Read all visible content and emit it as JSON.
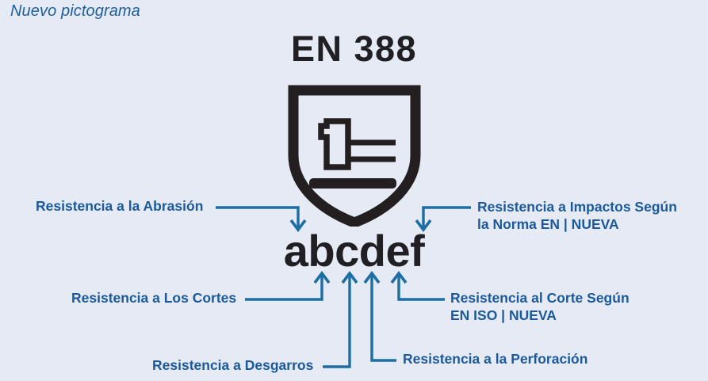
{
  "page": {
    "title": "Nuevo pictograma",
    "background_color": "#e6eaf5",
    "label_color": "#1a5a9c",
    "connector_color": "#1c6ea4",
    "mark_color": "#201f23"
  },
  "standard": {
    "wordmark": "EN 388",
    "code_letters": "abcdef"
  },
  "pictogram": {
    "icon_name": "en388-shield-hammer-icon",
    "description": "shield outline containing hammer and anvil line"
  },
  "callouts": [
    {
      "id": "abrasion",
      "text": "Resistencia a la Abrasión",
      "arrow": "down",
      "side": "left"
    },
    {
      "id": "impactos",
      "text": "Resistencia a Impactos Según\nla Norma EN | NUEVA",
      "arrow": "down",
      "side": "right"
    },
    {
      "id": "cortes",
      "text": "Resistencia a Los Cortes",
      "arrow": "up",
      "side": "left"
    },
    {
      "id": "corte-iso",
      "text": "Resistencia al Corte Según\nEN ISO | NUEVA",
      "arrow": "up",
      "side": "right"
    },
    {
      "id": "desgarros",
      "text": "Resistencia a Desgarros",
      "arrow": "up",
      "side": "left"
    },
    {
      "id": "perforacion",
      "text": "Resistencia a la Perforación",
      "arrow": "up",
      "side": "right"
    }
  ]
}
